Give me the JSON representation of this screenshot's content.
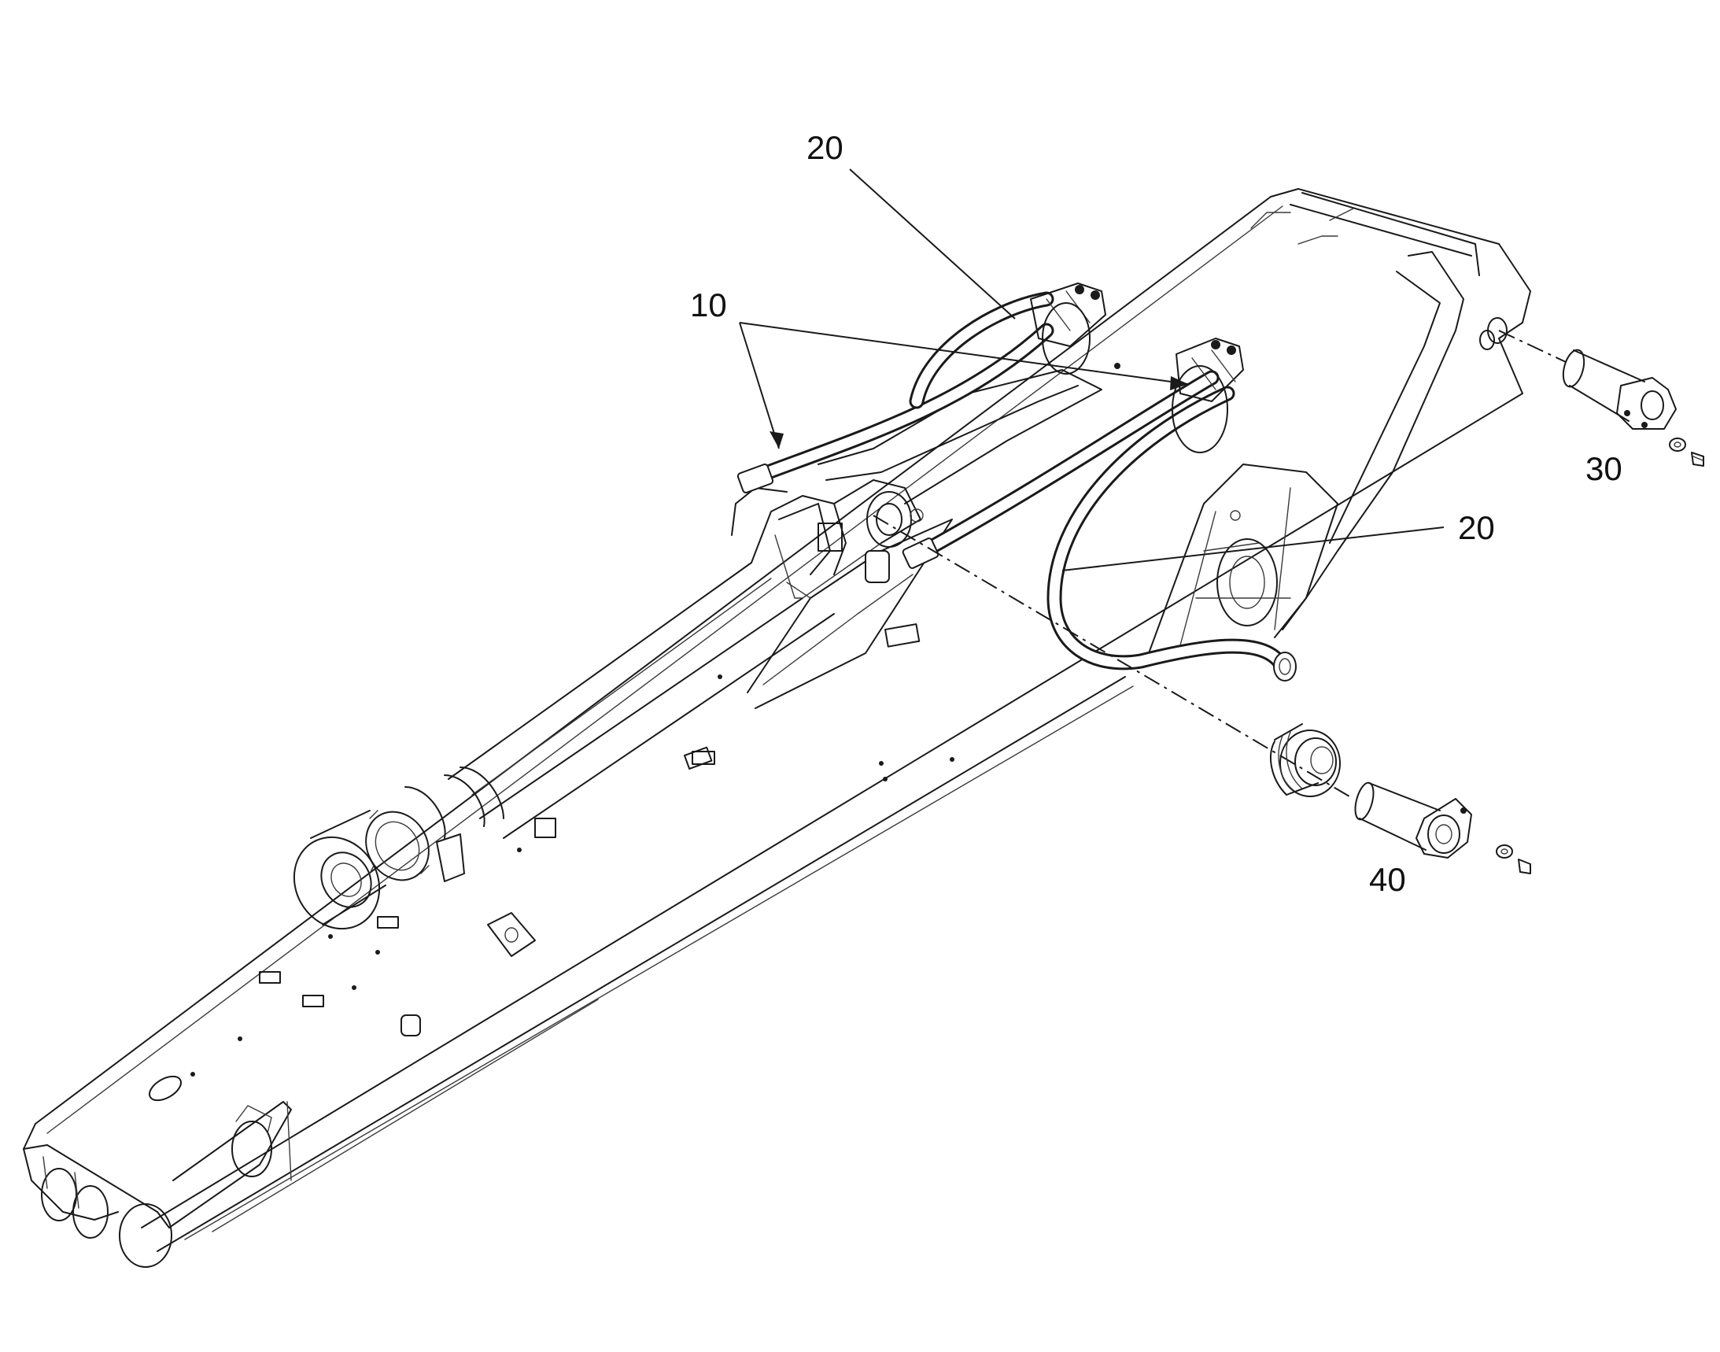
{
  "diagram": {
    "callouts": [
      {
        "id": "c20a",
        "text": "20"
      },
      {
        "id": "c10",
        "text": "10"
      },
      {
        "id": "c20b",
        "text": "20"
      },
      {
        "id": "c30",
        "text": "30"
      },
      {
        "id": "c40",
        "text": "40"
      }
    ]
  },
  "colors": {
    "line": "#1a1a1a",
    "background": "#ffffff"
  }
}
